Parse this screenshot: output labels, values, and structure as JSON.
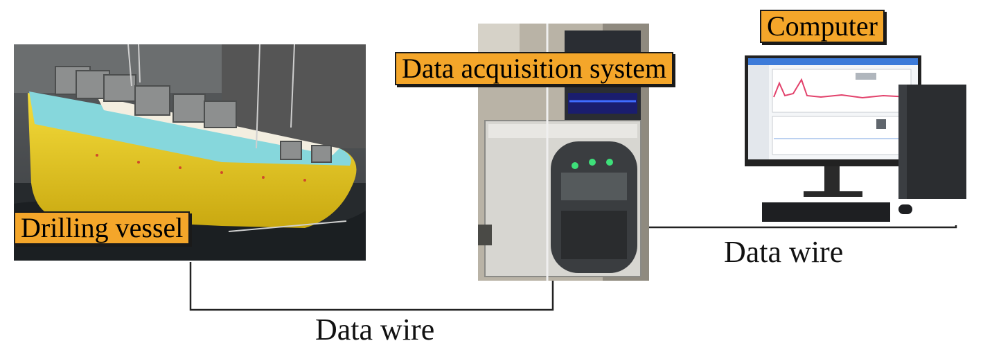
{
  "labels": {
    "drilling_vessel": "Drilling vessel",
    "data_acquisition_system": "Data acquisition system",
    "computer": "Computer",
    "wire_vessel_das": "Data wire",
    "wire_das_computer": "Data wire"
  },
  "colors": {
    "label_fill": "#f4a62a",
    "wire": "#222222",
    "hull": "#f2d12a",
    "deck": "#7fd3d8",
    "water": "#2a2f33"
  }
}
